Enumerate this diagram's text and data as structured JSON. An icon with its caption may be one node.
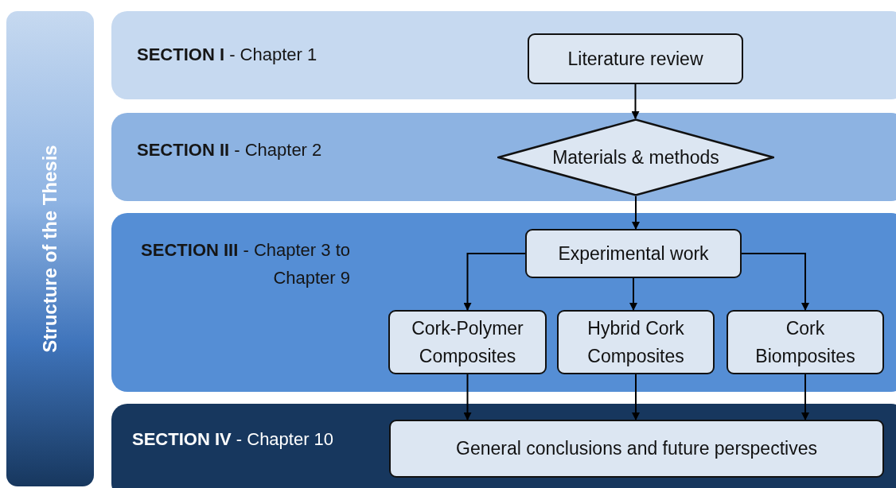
{
  "diagram": {
    "nodes": [
      {
        "text": [
          "Structure of the Thesis"
        ]
      },
      {
        "text": [
          "**SECTION I** - Chapter 1"
        ]
      },
      {
        "text": [
          "Literature review"
        ],
        "in": 1
      },
      {
        "text": [
          "**SECTION II** - Chapter 2"
        ]
      },
      {
        "text": [
          "Materials & methods"
        ],
        "in": 3
      },
      {
        "text": [
          "**SECTION III** - Chapter 3 to Chapter 9"
        ]
      },
      {
        "text": [
          "Experimental work"
        ],
        "in": 5
      },
      {
        "text": [
          "Cork-Polymer Composites"
        ],
        "in": 5
      },
      {
        "text": [
          "Hybrid Cork Composites"
        ],
        "in": 5
      },
      {
        "text": [
          "Cork Biomposites"
        ],
        "in": 5
      },
      {
        "text": [
          "**SECTION IV** - Chapter 10"
        ]
      },
      {
        "text": [
          "General conclusions and future perspectives"
        ],
        "in": 10
      }
    ],
    "edges": [
      {
        "from": 2,
        "to": 4,
        "arrow": "to"
      },
      {
        "from": 4,
        "to": 6,
        "arrow": "to"
      },
      {
        "from": 6,
        "to": 7,
        "arrow": "to"
      },
      {
        "from": 6,
        "to": 8,
        "arrow": "to"
      },
      {
        "from": 6,
        "to": 9,
        "arrow": "to"
      },
      {
        "from": 7,
        "to": 11,
        "arrow": "to"
      },
      {
        "from": 8,
        "to": 11,
        "arrow": "to"
      },
      {
        "from": 9,
        "to": 11,
        "arrow": "to"
      }
    ]
  }
}
